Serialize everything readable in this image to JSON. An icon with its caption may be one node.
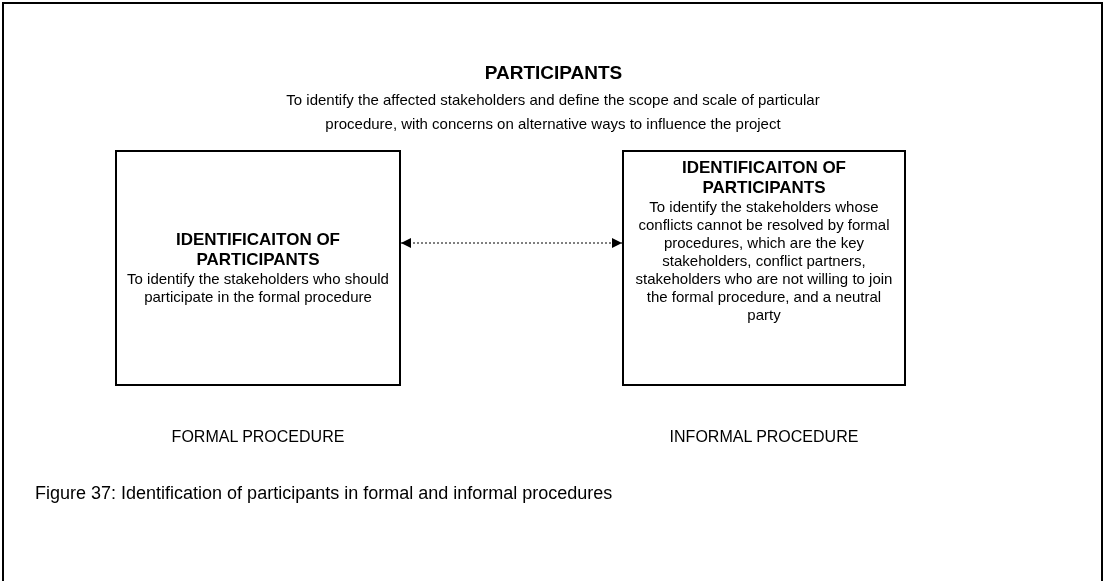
{
  "diagram": {
    "title": "PARTICIPANTS",
    "caption": "Figure 37: Identification of participants in formal and informal procedures",
    "nodes": [
      {
        "text": [
          "IDENTIFICAITON OF PARTICIPANTS",
          "To identify the stakeholders who should participate in the formal procedure"
        ],
        "beside": [
          "FORMAL PROCEDURE"
        ]
      },
      {
        "text": [
          "IDENTIFICAITON OF PARTICIPANTS",
          "To identify the stakeholders whose conflicts cannot be resolved by formal procedures, which are the key stakeholders, conflict partners, stakeholders who are not willing to join the formal procedure, and a neutral party"
        ],
        "beside": [
          "INFORMAL PROCEDURE"
        ]
      }
    ],
    "edges": [
      {
        "from": 0,
        "to": 1,
        "arrow": "both",
        "style": "dashed"
      }
    ],
    "labels": [
      "To identify the affected stakeholders and define the scope and scale of particular procedure, with concerns on alternative ways to influence the project"
    ]
  }
}
